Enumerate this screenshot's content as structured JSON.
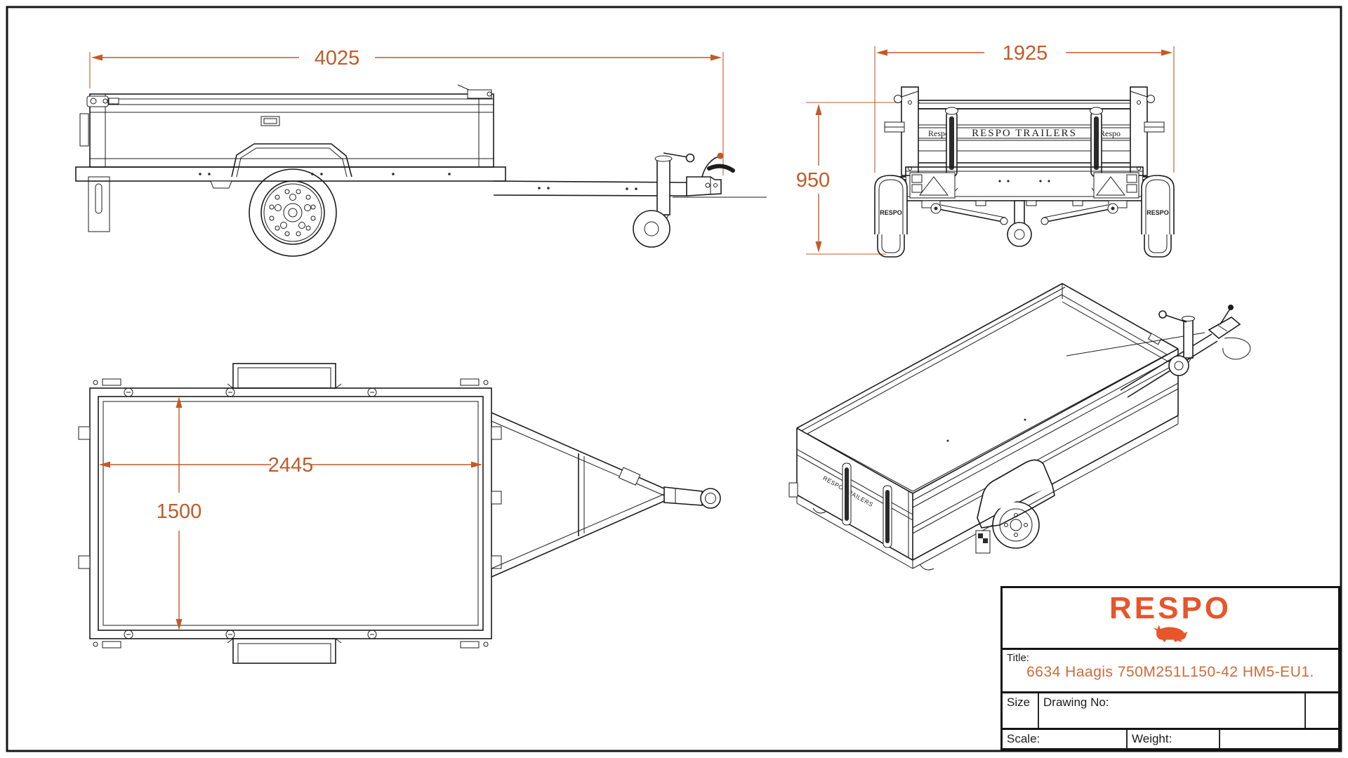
{
  "drawing": {
    "dims": {
      "overall_length": "4025",
      "overall_width": "1925",
      "rear_height": "950",
      "bed_length": "2445",
      "bed_width": "1500"
    },
    "rear": {
      "banner": "RESPO TRAILERS",
      "left_mark": "Respo",
      "right_mark": "Respo",
      "mudguard_logo": "RESPO"
    },
    "iso": {
      "banner": "RESPO TRAILERS"
    }
  },
  "title_block": {
    "logo_text": "RESPO",
    "title_label": "Title:",
    "title_value": "6634 Haagis 750M251L150-42 HM5-EU1.",
    "size_label": "Size",
    "drawing_no_label": "Drawing No:",
    "scale_label": "Scale:",
    "weight_label": "Weight:"
  },
  "colors": {
    "dimension": "#C25A28",
    "logo_orange": "#E7552B",
    "title_orange": "#CE6B38",
    "line": "#1c1c1c"
  }
}
